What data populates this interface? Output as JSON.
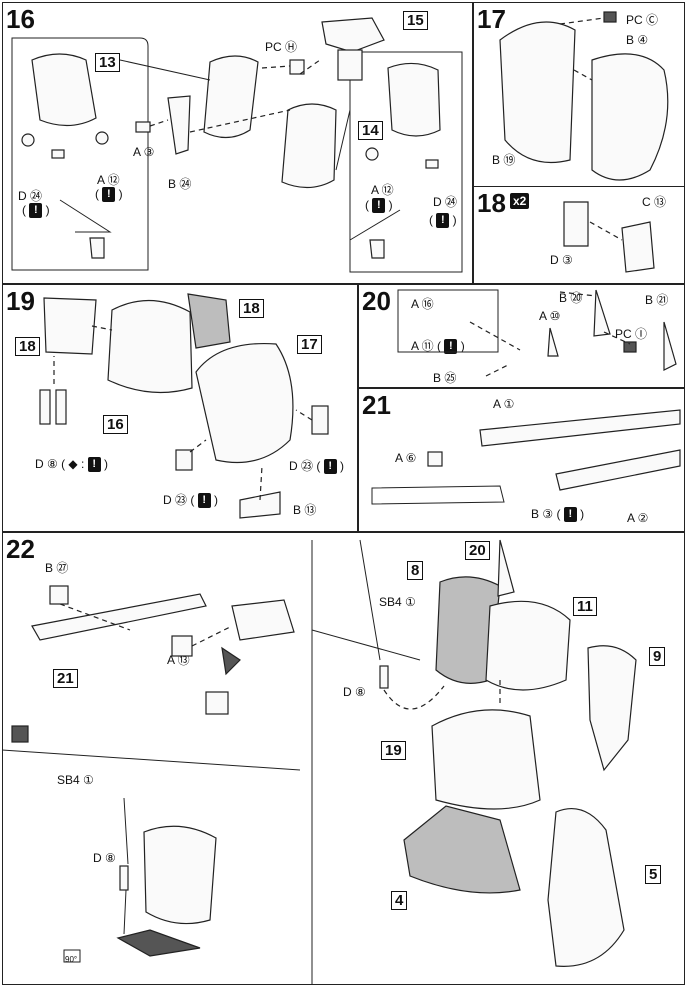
{
  "steps": {
    "s16": {
      "num": "16",
      "boxes": {
        "b13": "13",
        "b14": "14",
        "b15": "15"
      },
      "labels": {
        "pch": "PC Ⓗ",
        "a3": "A ③",
        "b24": "B ㉔",
        "d24a": "D ㉔",
        "a12a": "A ⑫",
        "a12b": "A ⑫",
        "d24b": "D ㉔"
      },
      "warn": "!"
    },
    "s17": {
      "num": "17",
      "labels": {
        "pcc": "PC Ⓒ",
        "b4": "B ④",
        "b19": "B ⑲"
      }
    },
    "s18": {
      "num": "18",
      "mult": "x2",
      "labels": {
        "c13": "C ⑬",
        "d3": "D ③"
      }
    },
    "s19": {
      "num": "19",
      "boxes": {
        "b18a": "18",
        "b18b": "18",
        "b16": "16",
        "b17": "17"
      },
      "labels": {
        "d8": "D ⑧",
        "d23a": "D ㉓",
        "d23b": "D ㉓",
        "b13": "B ⑬"
      },
      "warn": "!"
    },
    "s20": {
      "num": "20",
      "labels": {
        "a16": "A ⑯",
        "a11": "A ⑪",
        "b25": "B ㉕",
        "b20": "B ⑳",
        "a10": "A ⑩",
        "pci": "PC Ⓘ",
        "b21": "B ㉑"
      },
      "warn": "!"
    },
    "s21": {
      "num": "21",
      "labels": {
        "a1": "A ①",
        "a6": "A ⑥",
        "b3": "B ③",
        "a2": "A ②"
      },
      "warn": "!"
    },
    "s22": {
      "num": "22",
      "boxes": {
        "b21": "21"
      },
      "labels": {
        "b27": "B ㉗",
        "a13": "A ⑬",
        "sb4": "SB4 ①",
        "d8": "D ⑧",
        "deg": "90°"
      }
    },
    "final": {
      "boxes": {
        "b20": "20",
        "b8": "8",
        "b11": "11",
        "b9": "9",
        "b19": "19",
        "b4": "4",
        "b5": "5"
      },
      "labels": {
        "sb4": "SB4 ①",
        "d8": "D ⑧"
      }
    }
  }
}
